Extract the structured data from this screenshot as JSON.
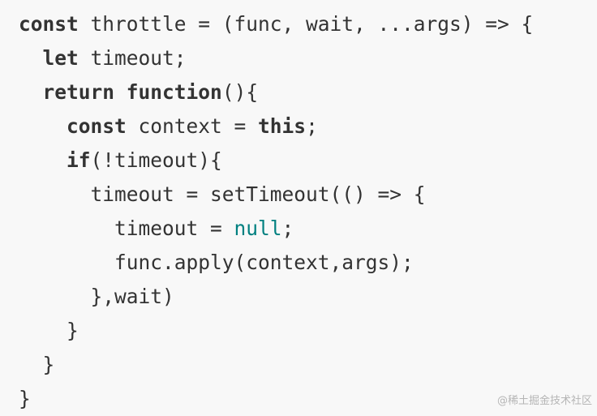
{
  "code": {
    "language": "javascript",
    "lines": [
      {
        "indent": "",
        "tokens": [
          {
            "text": "const",
            "kind": "kw"
          },
          {
            "text": " throttle = (func, wait, ...args) => {",
            "kind": "plain"
          }
        ]
      },
      {
        "indent": "  ",
        "tokens": [
          {
            "text": "let",
            "kind": "kw"
          },
          {
            "text": " timeout;",
            "kind": "plain"
          }
        ]
      },
      {
        "indent": "  ",
        "tokens": [
          {
            "text": "return",
            "kind": "kw"
          },
          {
            "text": " ",
            "kind": "plain"
          },
          {
            "text": "function",
            "kind": "kw"
          },
          {
            "text": "(){",
            "kind": "plain"
          }
        ]
      },
      {
        "indent": "    ",
        "tokens": [
          {
            "text": "const",
            "kind": "kw"
          },
          {
            "text": " context = ",
            "kind": "plain"
          },
          {
            "text": "this",
            "kind": "kw"
          },
          {
            "text": ";",
            "kind": "plain"
          }
        ]
      },
      {
        "indent": "    ",
        "tokens": [
          {
            "text": "if",
            "kind": "kw"
          },
          {
            "text": "(!timeout){",
            "kind": "plain"
          }
        ]
      },
      {
        "indent": "      ",
        "tokens": [
          {
            "text": "timeout = setTimeout(() => {",
            "kind": "plain"
          }
        ]
      },
      {
        "indent": "        ",
        "tokens": [
          {
            "text": "timeout = ",
            "kind": "plain"
          },
          {
            "text": "null",
            "kind": "lit"
          },
          {
            "text": ";",
            "kind": "plain"
          }
        ]
      },
      {
        "indent": "        ",
        "tokens": [
          {
            "text": "func.apply(context,args);",
            "kind": "plain"
          }
        ]
      },
      {
        "indent": "      ",
        "tokens": [
          {
            "text": "},wait)",
            "kind": "plain"
          }
        ]
      },
      {
        "indent": "    ",
        "tokens": [
          {
            "text": "}",
            "kind": "plain"
          }
        ]
      },
      {
        "indent": "  ",
        "tokens": [
          {
            "text": "}",
            "kind": "plain"
          }
        ]
      },
      {
        "indent": "",
        "tokens": [
          {
            "text": "}",
            "kind": "plain"
          }
        ]
      }
    ]
  },
  "watermark": "@稀土掘金技术社区",
  "colors": {
    "background": "#f8f8f8",
    "text": "#333333",
    "literal": "#008080",
    "watermark": "#b5b5b5"
  }
}
